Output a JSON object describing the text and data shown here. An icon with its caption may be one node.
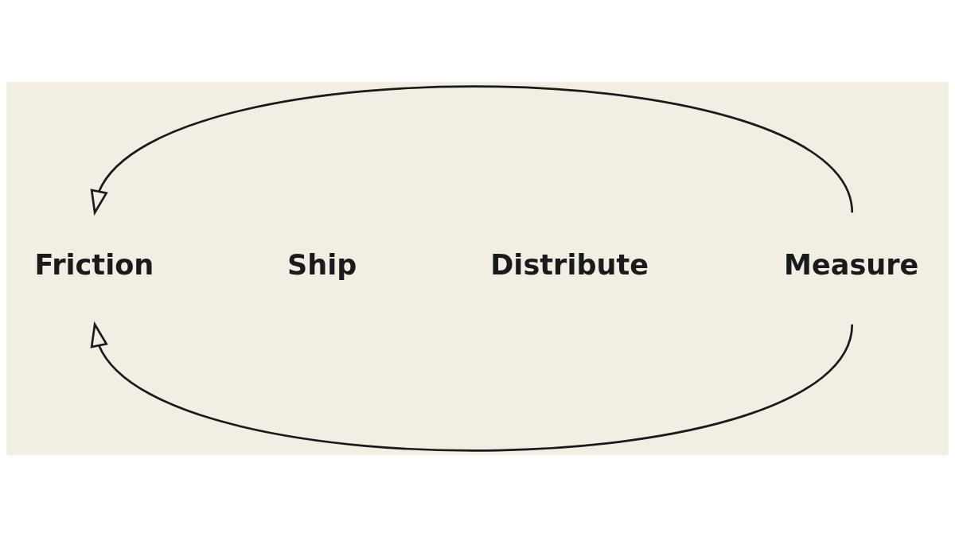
{
  "diagram": {
    "nodes": [
      {
        "text": [
          "Friction"
        ]
      },
      {
        "text": [
          "Ship"
        ]
      },
      {
        "text": [
          "Distribute"
        ]
      },
      {
        "text": [
          "Measure"
        ]
      }
    ],
    "edges": [
      {
        "from": 3,
        "to": 0,
        "arrow": "to"
      },
      {
        "from": 3,
        "to": 0,
        "arrow": "to"
      }
    ]
  }
}
